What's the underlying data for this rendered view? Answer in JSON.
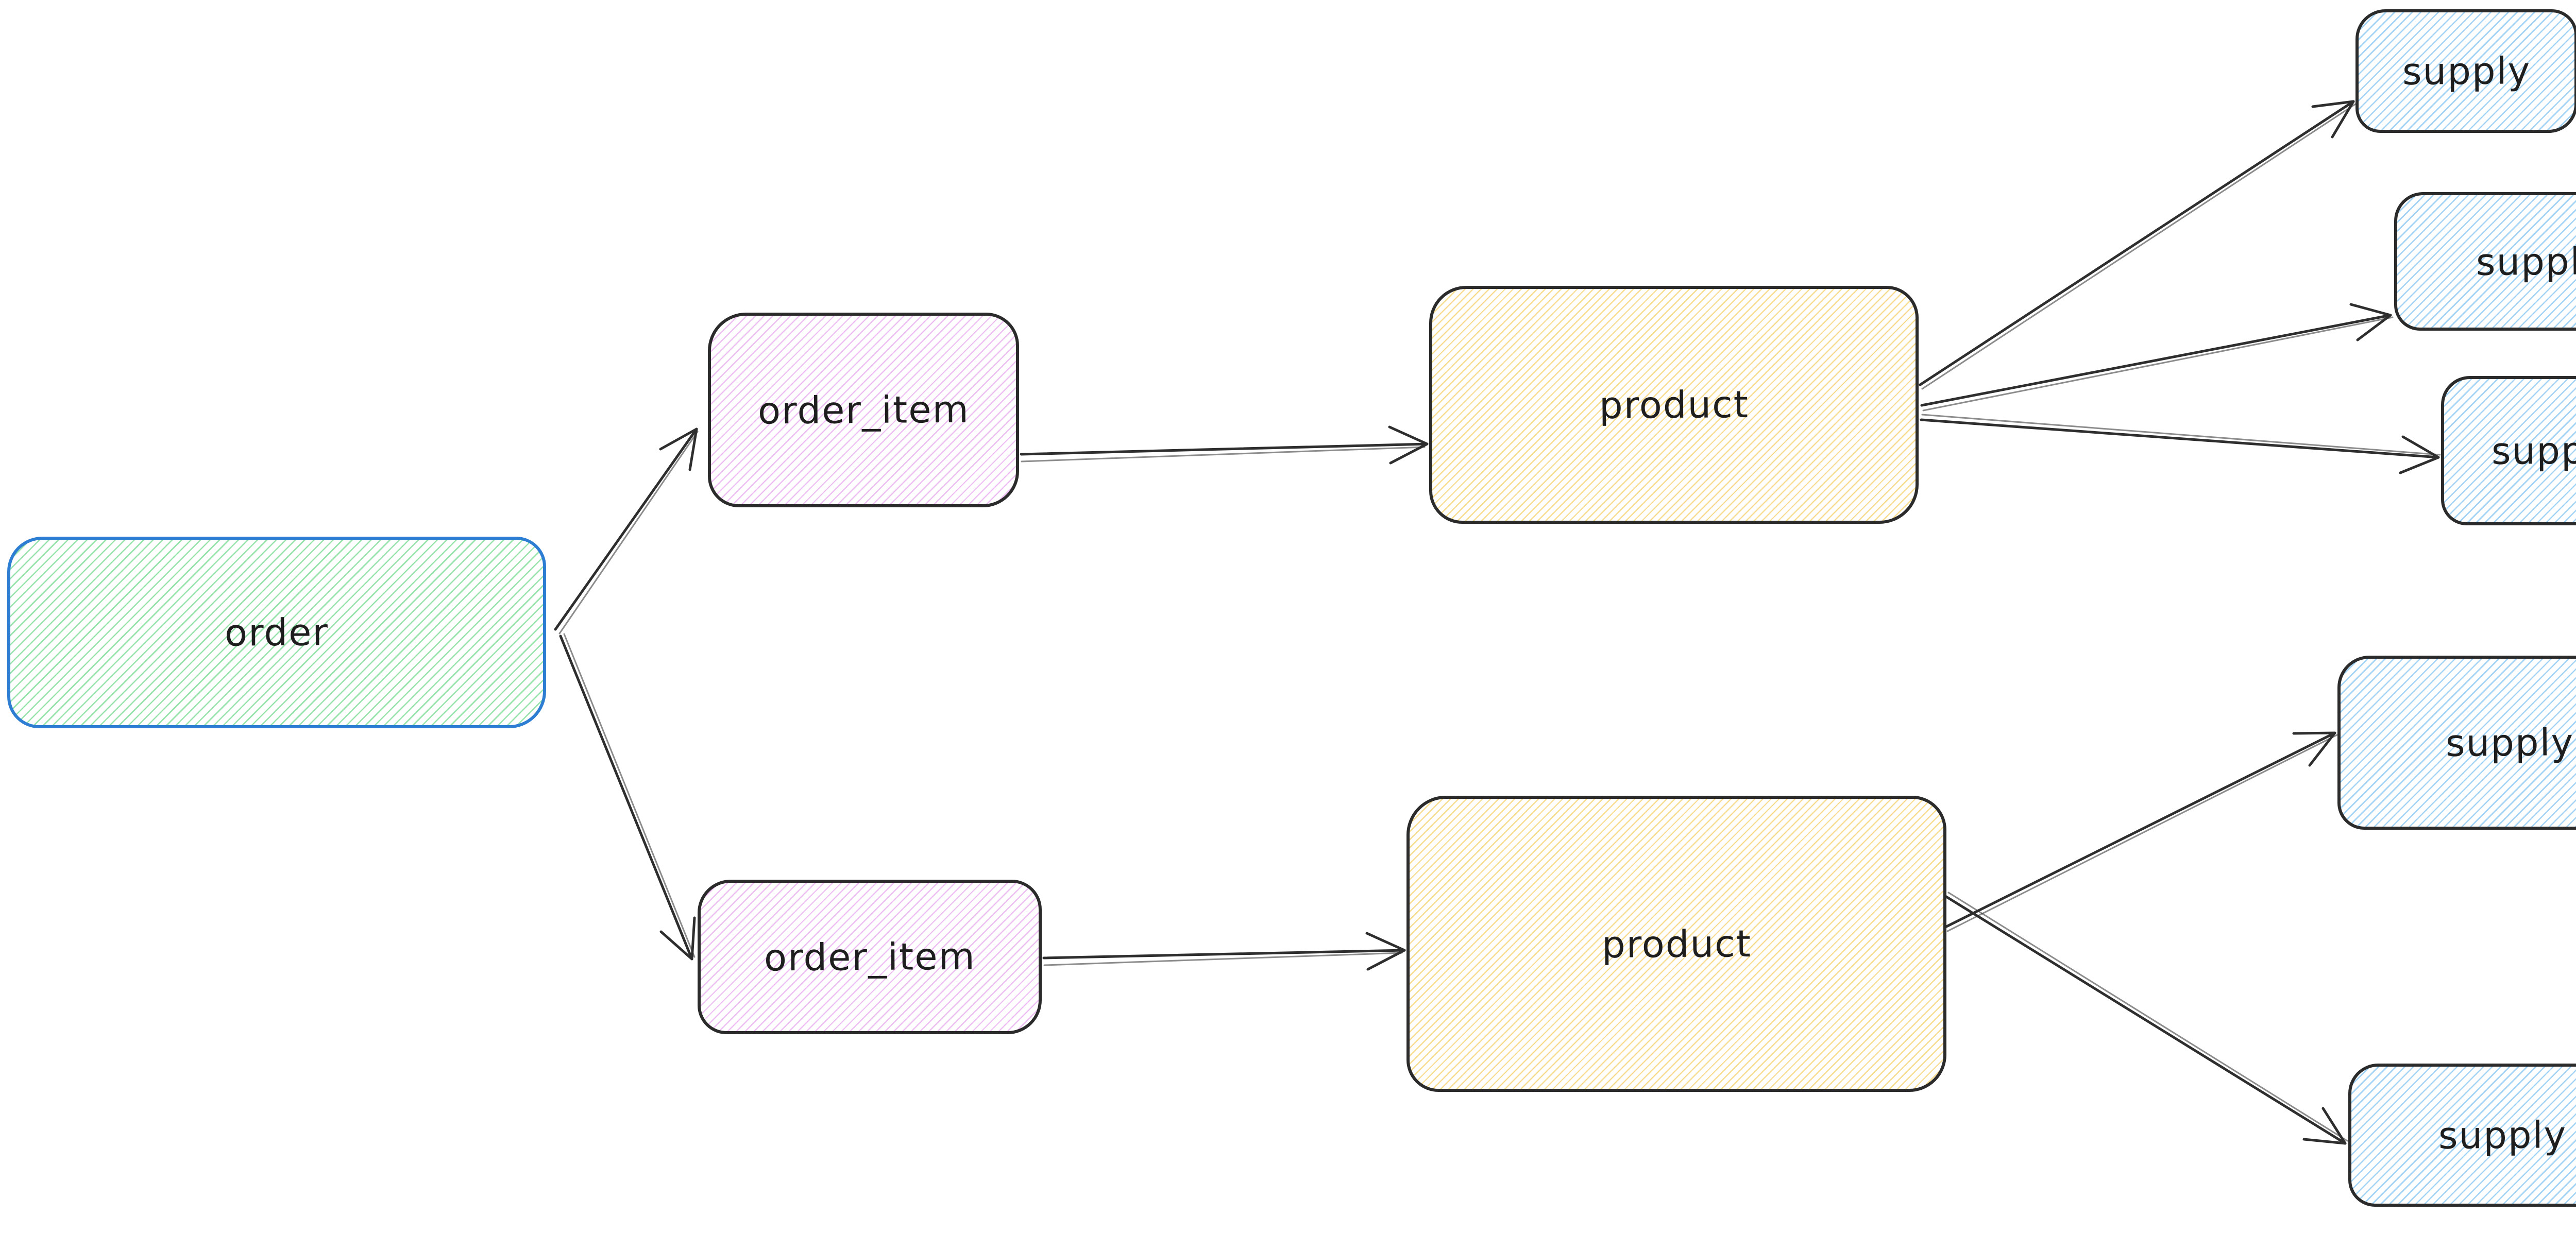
{
  "diagram": {
    "background": "#ffffff",
    "style": "hand-drawn-whiteboard",
    "nodes": [
      {
        "id": "order",
        "label": "order",
        "shape": "rounded-rectangle",
        "fill_hachure": "#97e3ac",
        "border": "#2d7ed3"
      },
      {
        "id": "order_item_1",
        "label": "order_item",
        "shape": "rounded-rectangle",
        "fill_hachure": "#edbff2",
        "border": "#2b2b2b"
      },
      {
        "id": "order_item_2",
        "label": "order_item",
        "shape": "rounded-rectangle",
        "fill_hachure": "#edbff2",
        "border": "#2b2b2b"
      },
      {
        "id": "product_1",
        "label": "product",
        "shape": "rounded-rectangle",
        "fill_hachure": "#f8dd90",
        "border": "#2b2b2b"
      },
      {
        "id": "product_2",
        "label": "product",
        "shape": "rounded-rectangle",
        "fill_hachure": "#f8dd90",
        "border": "#2b2b2b"
      },
      {
        "id": "supply_1",
        "label": "supply",
        "shape": "rounded-rectangle",
        "fill_hachure": "#a3d3f5",
        "border": "#2b2b2b"
      },
      {
        "id": "supply_2",
        "label": "supply",
        "shape": "rounded-rectangle",
        "fill_hachure": "#a3d3f5",
        "border": "#2b2b2b"
      },
      {
        "id": "supply_3",
        "label": "supply",
        "shape": "rounded-rectangle",
        "fill_hachure": "#a3d3f5",
        "border": "#2b2b2b"
      },
      {
        "id": "supply_4",
        "label": "supply",
        "shape": "rounded-rectangle",
        "fill_hachure": "#a3d3f5",
        "border": "#2b2b2b"
      },
      {
        "id": "supply_5",
        "label": "supply",
        "shape": "rounded-rectangle",
        "fill_hachure": "#a3d3f5",
        "border": "#2b2b2b"
      }
    ],
    "edges": [
      {
        "from": "order",
        "to": "order_item_1",
        "arrow": "open-v"
      },
      {
        "from": "order",
        "to": "order_item_2",
        "arrow": "open-v"
      },
      {
        "from": "order_item_1",
        "to": "product_1",
        "arrow": "open-v"
      },
      {
        "from": "order_item_2",
        "to": "product_2",
        "arrow": "open-v"
      },
      {
        "from": "product_1",
        "to": "supply_1",
        "arrow": "open-v"
      },
      {
        "from": "product_1",
        "to": "supply_2",
        "arrow": "open-v"
      },
      {
        "from": "product_1",
        "to": "supply_3",
        "arrow": "open-v"
      },
      {
        "from": "product_2",
        "to": "supply_4",
        "arrow": "open-v"
      },
      {
        "from": "product_2",
        "to": "supply_5",
        "arrow": "open-v"
      }
    ],
    "colors": {
      "background": "#ffffff",
      "text": "#1e1e1e",
      "arrow": "#2e2e2e",
      "order_border": "#2d7ed3",
      "default_border": "#2b2b2b",
      "hachure_green": "#97e3ac",
      "hachure_pink": "#edbff2",
      "hachure_yellow": "#f8dd90",
      "hachure_blue": "#a3d3f5"
    }
  }
}
